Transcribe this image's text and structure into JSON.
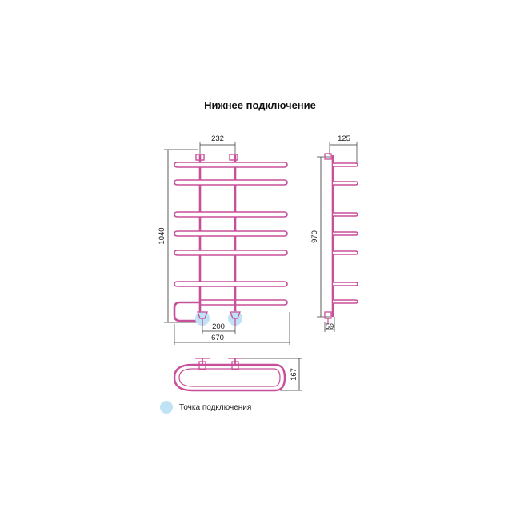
{
  "title": "Нижнее подключение",
  "colors": {
    "pipe": "#c8509a",
    "pipe_inner": "#ffffff",
    "dimension_line": "#333333",
    "connection_point": "#bfe3f5",
    "background": "#ffffff"
  },
  "front_view": {
    "width_top_label": "232",
    "height_label": "1040",
    "connection_spacing_label": "200",
    "overall_width_label": "670",
    "rail_count": 7
  },
  "side_view": {
    "depth_label": "125",
    "height_label": "970",
    "offset_label": "59"
  },
  "top_view": {
    "depth_label": "167"
  },
  "legend": {
    "label": "Точка подключения",
    "icon": "connection-point-circle"
  }
}
